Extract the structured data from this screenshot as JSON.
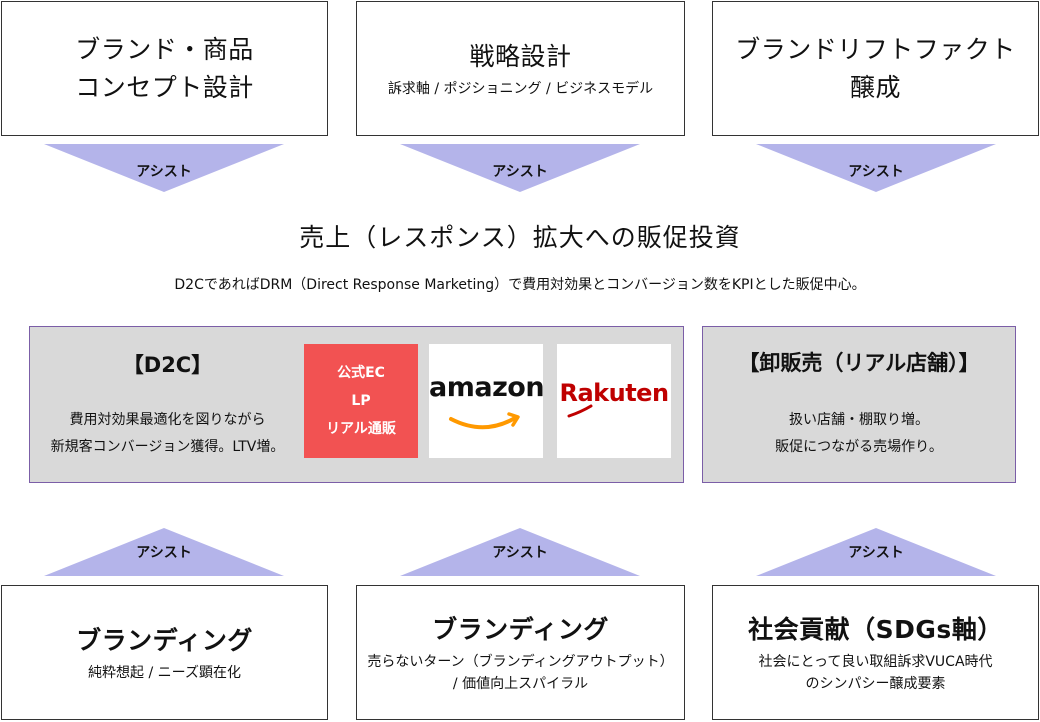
{
  "top_boxes": [
    {
      "title_lines": [
        "ブランド・商品",
        "コンセプト設計"
      ],
      "sub": ""
    },
    {
      "title_lines": [
        "戦略設計"
      ],
      "sub": "訴求軸 / ポジショニング / ビジネスモデル"
    },
    {
      "title_lines": [
        "ブランドリフトファクト",
        "醸成"
      ],
      "sub": ""
    }
  ],
  "assist_label": "アシスト",
  "headline": "売上（レスポンス）拡大への販促投資",
  "subline": "D2CであればDRM（Direct Response Marketing）で費用対効果とコンバージョン数をKPIとした販促中心。",
  "d2c": {
    "title": "【D2C】",
    "text_lines": [
      "費用対効果最適化を図りながら",
      "新規客コンバージョン獲得。LTV増。"
    ],
    "official": {
      "lines": [
        "公式EC",
        "LP",
        "リアル通販"
      ]
    },
    "logos": {
      "amazon": "amazon",
      "rakuten": "Rakuten"
    }
  },
  "wholesale": {
    "title": "【卸販売（リアル店舗）】",
    "text_lines": [
      "扱い店舗・棚取り増。",
      "販促につながる売場作り。"
    ]
  },
  "bottom_boxes": [
    {
      "title": "ブランディング",
      "sub_lines": [
        "純粋想起 / ニーズ顕在化"
      ]
    },
    {
      "title": "ブランディング",
      "sub_lines": [
        "売らないターン（ブランディングアウトプット）",
        "/ 価値向上スパイラル"
      ]
    },
    {
      "title": "社会貢献（SDGs軸）",
      "sub_lines": [
        "社会にとって良い取組訴求VUCA時代",
        "のシンパシー醸成要素"
      ]
    }
  ],
  "colors": {
    "arrow": "#b4b4ea",
    "panel_bg": "#d9d9d9",
    "panel_border": "#7b5ea7",
    "official_bg": "#f25252",
    "amazon_smile": "#ff9900",
    "rakuten_red": "#bf0000"
  }
}
